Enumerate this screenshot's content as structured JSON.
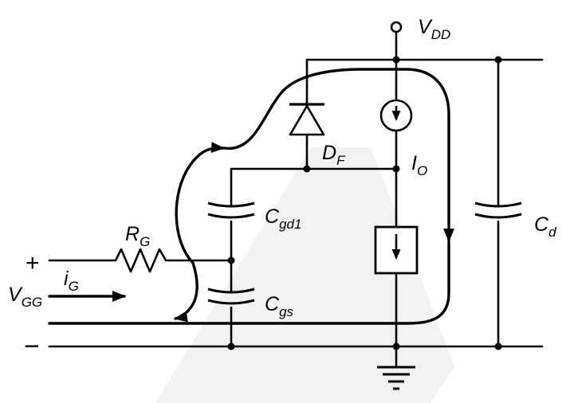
{
  "diagram": {
    "type": "circuit-schematic",
    "colors": {
      "line": "#000000",
      "background": "#ffffff",
      "watermark": "#f2f2f2"
    }
  },
  "labels": {
    "vdd": {
      "main": "V",
      "sub": "DD"
    },
    "df": {
      "main": "D",
      "sub": "F"
    },
    "io": {
      "main": "I",
      "sub": "O"
    },
    "cgd1": {
      "main": "C",
      "sub": "gd1"
    },
    "cgs": {
      "main": "C",
      "sub": "gs"
    },
    "cd": {
      "main": "C",
      "sub": "d"
    },
    "rg": {
      "main": "R",
      "sub": "G"
    },
    "ig": {
      "main": "i",
      "sub": "G"
    },
    "vgg": {
      "main": "V",
      "sub": "GG"
    },
    "plus": "+",
    "minus": "−"
  }
}
